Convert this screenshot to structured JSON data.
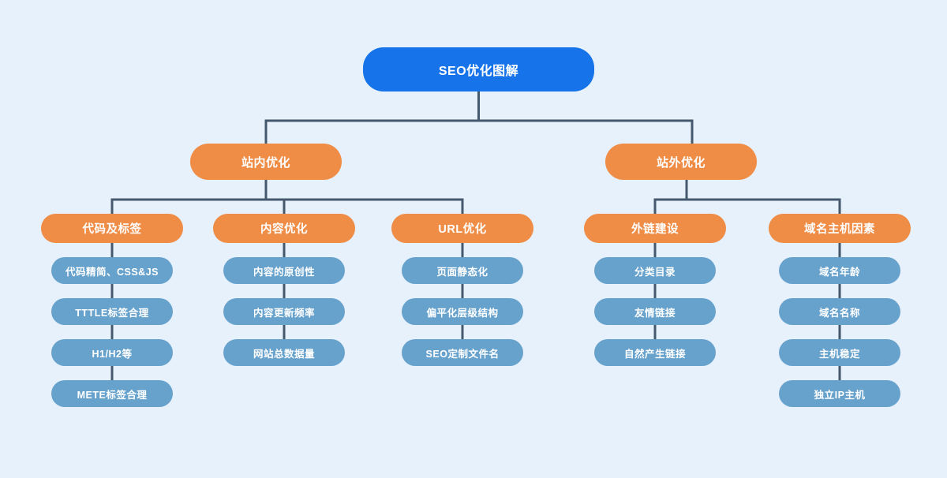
{
  "diagram": {
    "title": "SEO优化图解",
    "colors": {
      "background": "#e6f1fb",
      "root_node": "#1673e9",
      "branch_node": "#ef8c46",
      "leaf_node": "#67a2cd",
      "connector": "#44596e",
      "text": "#ffffff"
    },
    "root": {
      "label": "SEO优化图解"
    },
    "branches": [
      {
        "label": "站内优化",
        "children": [
          {
            "label": "代码及标签",
            "items": [
              "代码精简、CSS&JS",
              "TTTLE标签合理",
              "H1/H2等",
              "METE标签合理"
            ]
          },
          {
            "label": "内容优化",
            "items": [
              "内容的原创性",
              "内容更新频率",
              "网站总数据量"
            ]
          },
          {
            "label": "URL优化",
            "items": [
              "页面静态化",
              "偏平化层级结构",
              "SEO定制文件名"
            ]
          }
        ]
      },
      {
        "label": "站外优化",
        "children": [
          {
            "label": "外链建设",
            "items": [
              "分类目录",
              "友情链接",
              "自然产生链接"
            ]
          },
          {
            "label": "域名主机因素",
            "items": [
              "域名年龄",
              "域名名称",
              "主机稳定",
              "独立IP主机"
            ]
          }
        ]
      }
    ]
  }
}
